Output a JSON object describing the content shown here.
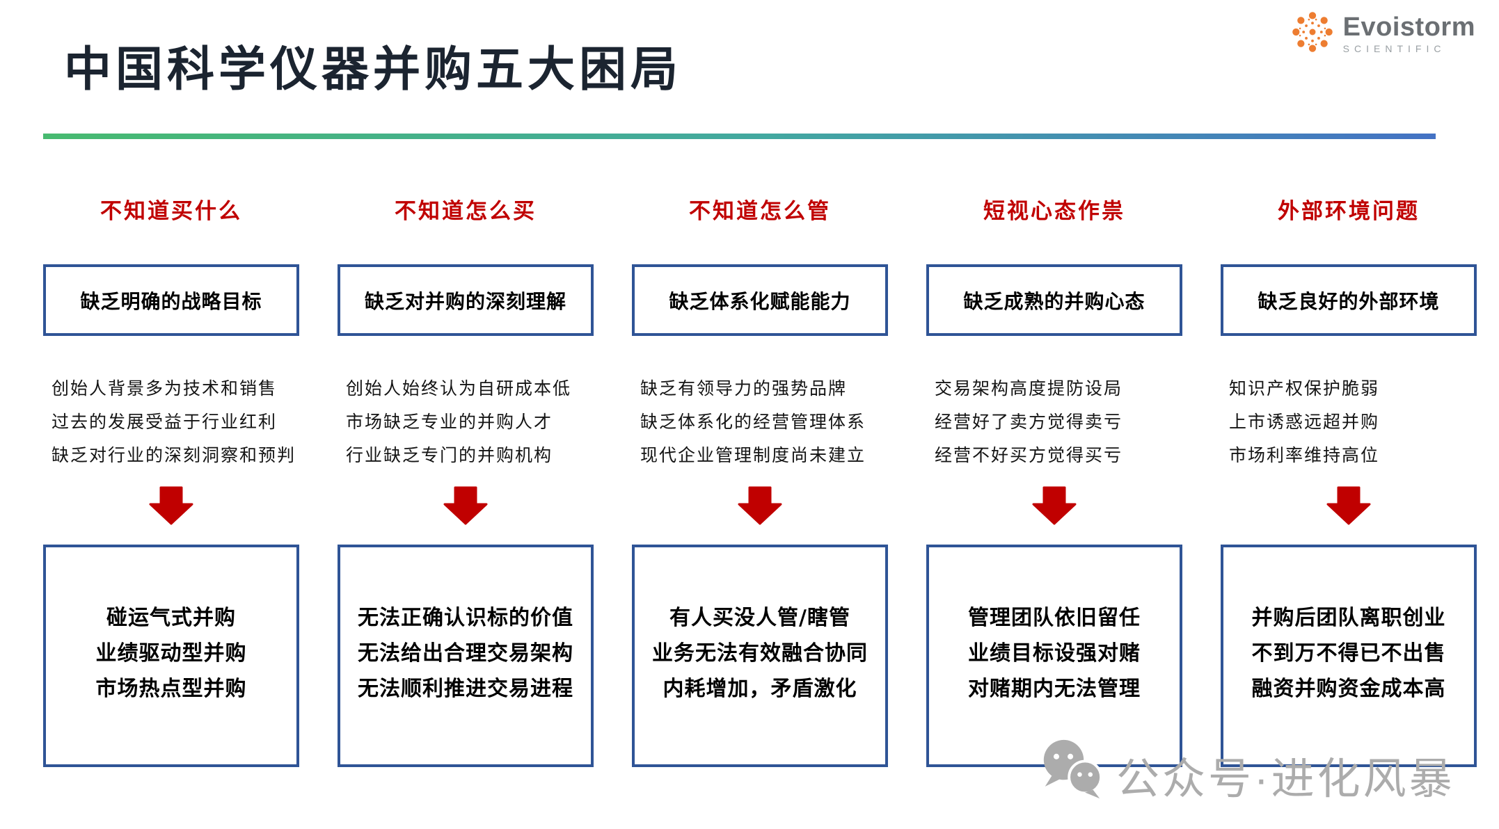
{
  "header": {
    "title": "中国科学仪器并购五大困局",
    "logo": {
      "brand": "Evoistorm",
      "subtitle": "SCIENTIFIC"
    }
  },
  "colors": {
    "title": "#1b2430",
    "accent_red": "#c00000",
    "box_border_blue": "#2f5496",
    "divider_gradient": [
      "#47ba70",
      "#4472c4"
    ],
    "logo_orange": "#ed7d31",
    "watermark_gray": "#acacac"
  },
  "columns": [
    {
      "header": "不知道买什么",
      "problem": "缺乏明确的战略目标",
      "causes": [
        "创始人背景多为技术和销售",
        "过去的发展受益于行业红利",
        "缺乏对行业的深刻洞察和预判"
      ],
      "results": [
        "碰运气式并购",
        "业绩驱动型并购",
        "市场热点型并购"
      ]
    },
    {
      "header": "不知道怎么买",
      "problem": "缺乏对并购的深刻理解",
      "causes": [
        "创始人始终认为自研成本低",
        "市场缺乏专业的并购人才",
        "行业缺乏专门的并购机构"
      ],
      "results": [
        "无法正确认识标的价值",
        "无法给出合理交易架构",
        "无法顺利推进交易进程"
      ]
    },
    {
      "header": "不知道怎么管",
      "problem": "缺乏体系化赋能能力",
      "causes": [
        "缺乏有领导力的强势品牌",
        "缺乏体系化的经营管理体系",
        "现代企业管理制度尚未建立"
      ],
      "results": [
        "有人买没人管/瞎管",
        "业务无法有效融合协同",
        "内耗增加，矛盾激化"
      ]
    },
    {
      "header": "短视心态作祟",
      "problem": "缺乏成熟的并购心态",
      "causes": [
        "交易架构高度提防设局",
        "经营好了卖方觉得卖亏",
        "经营不好买方觉得买亏"
      ],
      "results": [
        "管理团队依旧留任",
        "业绩目标设强对赌",
        "对赌期内无法管理"
      ]
    },
    {
      "header": "外部环境问题",
      "problem": "缺乏良好的外部环境",
      "causes": [
        "知识产权保护脆弱",
        "上市诱惑远超并购",
        "市场利率维持高位"
      ],
      "results": [
        "并购后团队离职创业",
        "不到万不得已不出售",
        "融资并购资金成本高"
      ]
    }
  ],
  "watermark": {
    "text": "公众号·进化风暴"
  }
}
